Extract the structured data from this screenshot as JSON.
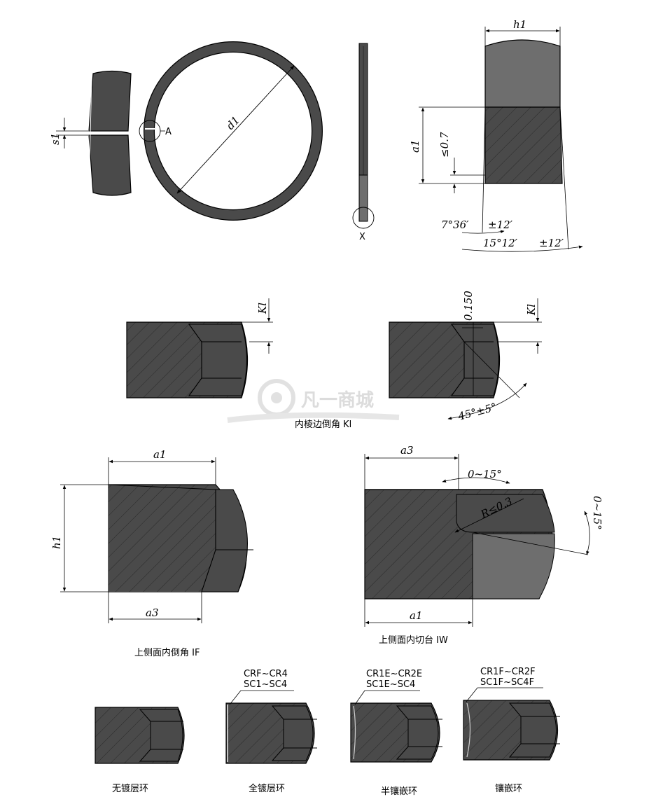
{
  "colors": {
    "body": "#4a4a4a",
    "light": "#6e6e6e",
    "line": "#000000",
    "watermark": "#d9d9d9"
  },
  "top": {
    "s1": "s1",
    "d1": "d1",
    "A": "A",
    "X": "X",
    "h1": "h1",
    "a1": "a1",
    "le07": "≤0.7",
    "ang1": "7°36′",
    "tol1": "±12′",
    "ang2": "15°12′",
    "tol2": "±12′"
  },
  "ki": {
    "kl_left": "Kl",
    "kl_right": "Kl",
    "t0150": "0.150",
    "angle": "45°±5°",
    "caption": "内棱边倒角 Kl"
  },
  "watermark": {
    "text": "凡一商城"
  },
  "if": {
    "a1": "a1",
    "h1": "h1",
    "a3": "a3",
    "caption": "上侧面内倒角 IF"
  },
  "iw": {
    "a3": "a3",
    "a1": "a1",
    "ang_top": "0~15°",
    "radius": "R≤0.3",
    "ang_right": "0~15°",
    "caption": "上侧面内切台 IW"
  },
  "bottom": [
    {
      "code1": "",
      "code2": "",
      "caption": "无镀层环"
    },
    {
      "code1": "CRF~CR4",
      "code2": "SC1~SC4",
      "caption": "全镀层环"
    },
    {
      "code1": "CR1E~CR2E",
      "code2": "SC1E~SC4",
      "caption": "半镶嵌环"
    },
    {
      "code1": "CR1F~CR2F",
      "code2": "SC1F~SC4F",
      "caption": "镶嵌环"
    }
  ]
}
